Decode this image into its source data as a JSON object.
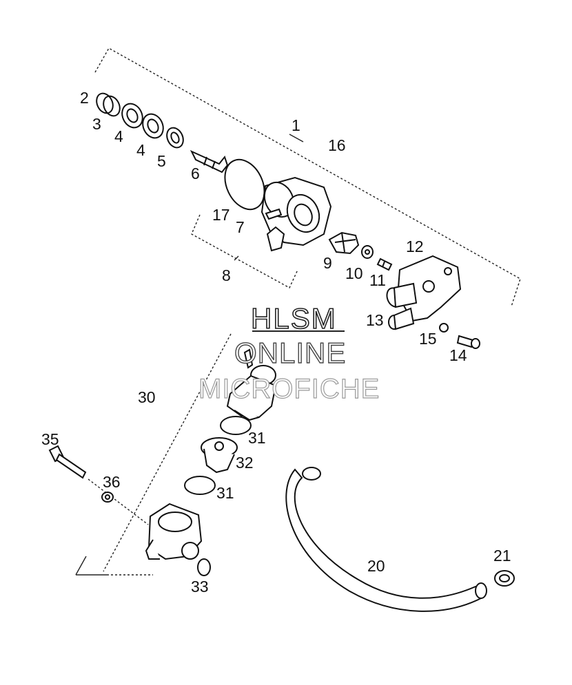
{
  "watermark": {
    "line1": "HLSM",
    "line2": "ONLINE",
    "line3": "MICROFICHE"
  },
  "callouts": [
    "2",
    "3",
    "4",
    "4",
    "5",
    "6",
    "1",
    "16",
    "17",
    "7",
    "8",
    "9",
    "10",
    "11",
    "12",
    "13",
    "15",
    "14",
    "30",
    "31",
    "32",
    "31",
    "35",
    "36",
    "33",
    "20",
    "21"
  ],
  "colors": {
    "ink": "#111111",
    "paper": "#ffffff"
  }
}
